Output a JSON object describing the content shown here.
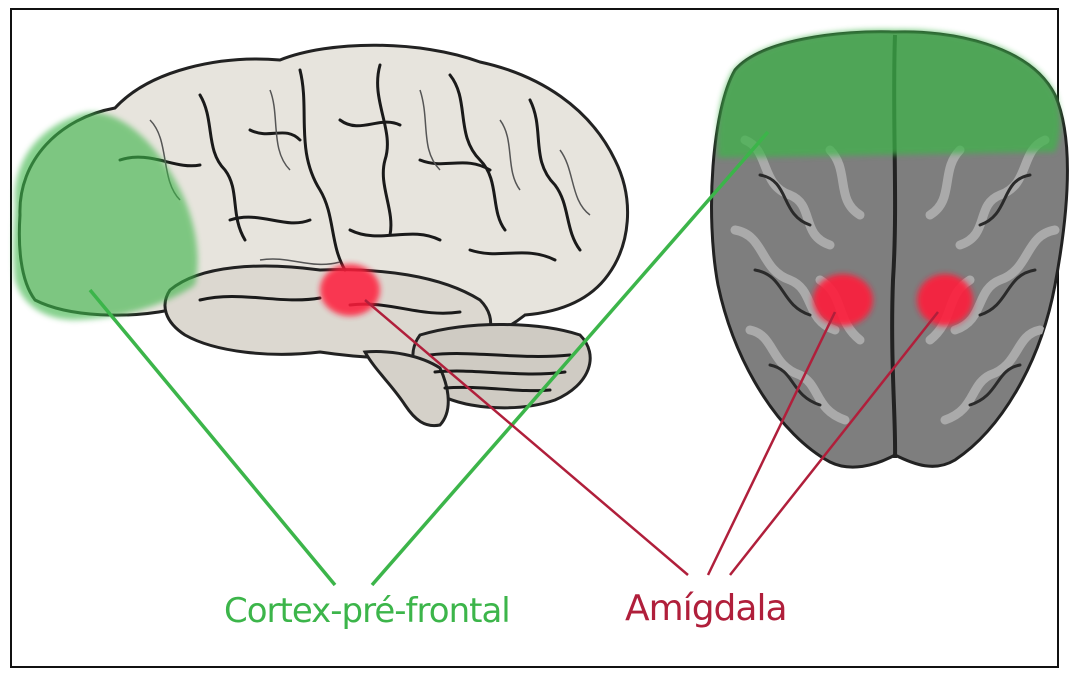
{
  "labels": {
    "prefrontal": "Cortex-pré-frontal",
    "amygdala": "Amígdala"
  },
  "colors": {
    "prefrontal": "#3cb54a",
    "amygdala": "#b01f3b",
    "amygdala_fill": "#ff1f3a",
    "frame": "#111111",
    "brain_side_fill": "#e7e4dd",
    "brain_top_fill": "#7e7e7e"
  },
  "icons": [
    "brain-side-view",
    "brain-top-view"
  ]
}
